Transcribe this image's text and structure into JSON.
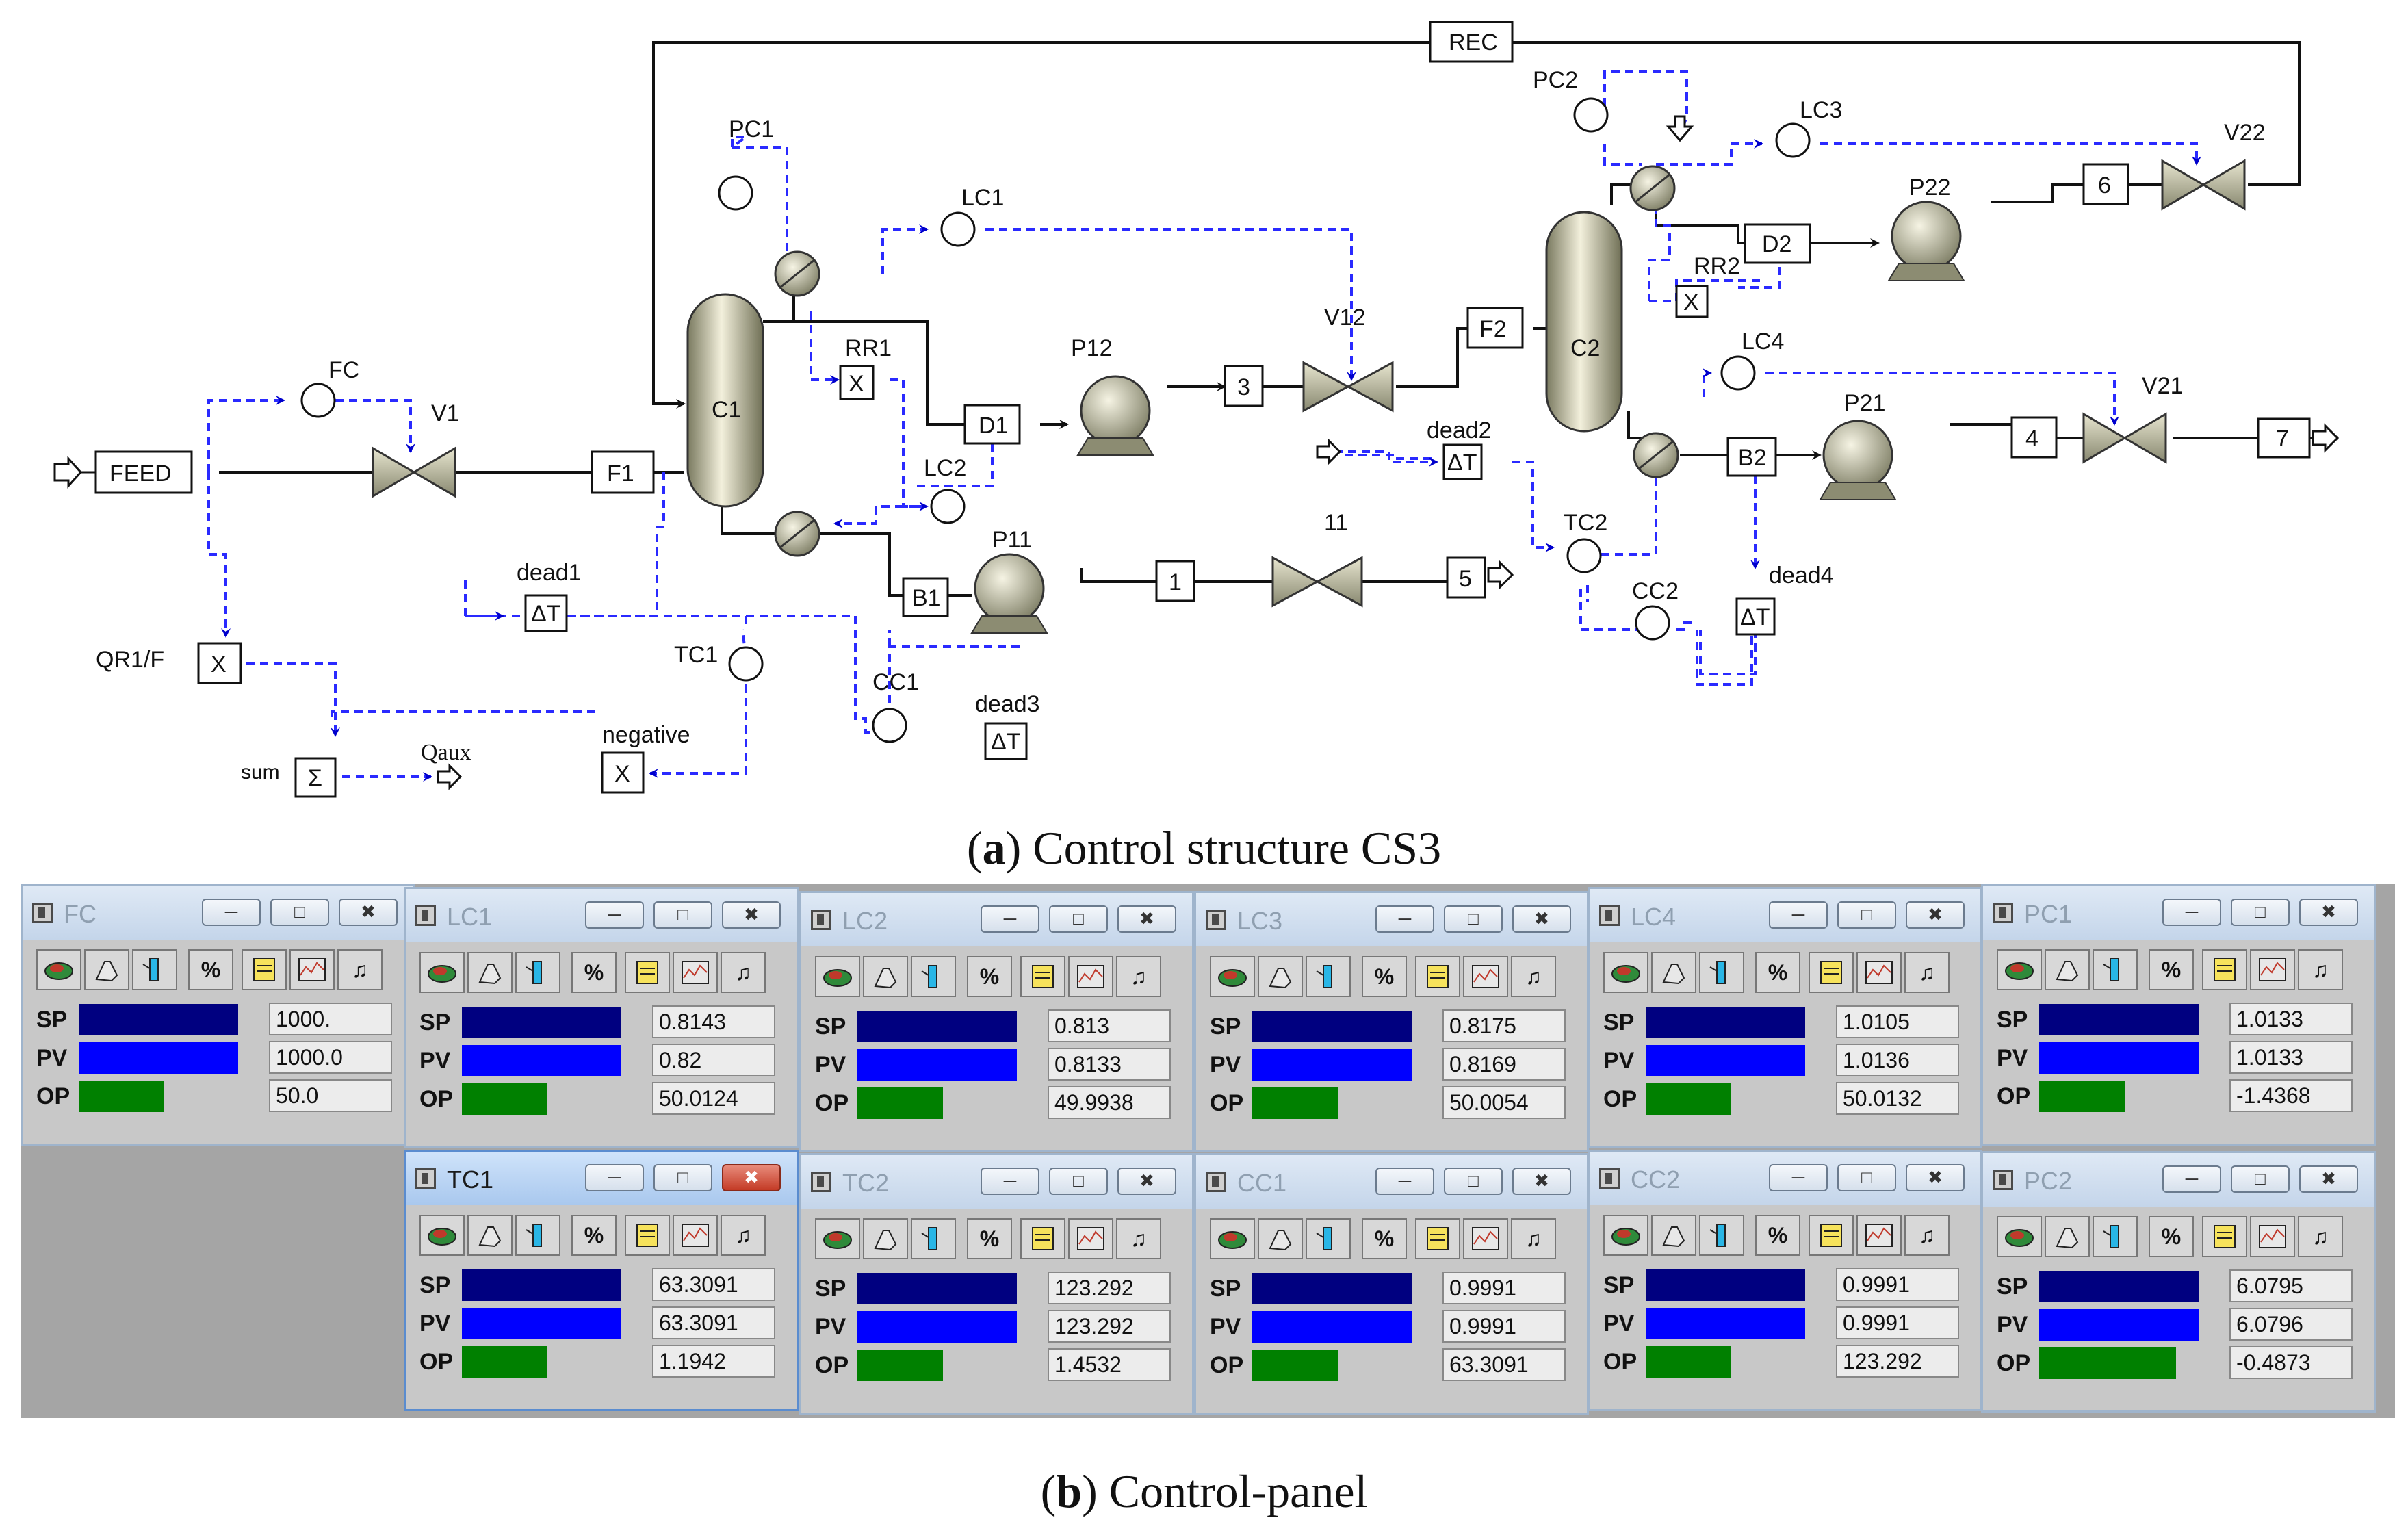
{
  "diagram": {
    "labels": {
      "rec": "REC",
      "pc1": "PC1",
      "pc2": "PC2",
      "lc1": "LC1",
      "lc2": "LC2",
      "lc3": "LC3",
      "lc4": "LC4",
      "fc": "FC",
      "v1": "V1",
      "feed": "FEED",
      "f1": "F1",
      "c1": "C1",
      "rr1": "RR1",
      "d1": "D1",
      "p12": "P12",
      "s3": "3",
      "v12": "V12",
      "f2": "F2",
      "c2": "C2",
      "rr2": "RR2",
      "d2": "D2",
      "p22": "P22",
      "s6": "6",
      "v22": "V22",
      "p21": "P21",
      "s4": "4",
      "v21": "V21",
      "s7": "7",
      "b1": "B1",
      "p11": "P11",
      "s1": "1",
      "v11": "11",
      "s5": "5",
      "b2": "B2",
      "tc2": "TC2",
      "cc2": "CC2",
      "dead1": "dead1",
      "dead2": "dead2",
      "dead3": "dead3",
      "dead4": "dead4",
      "cc1": "CC1",
      "tc1": "TC1",
      "qr1f": "QR1/F",
      "sum": "sum",
      "qaux": "Qaux",
      "negative": "negative",
      "x": "X",
      "sigma": "Σ",
      "dt": "ΔT"
    }
  },
  "captions": {
    "a_letter": "a",
    "a_text": " Control structure CS3",
    "b_letter": "b",
    "b_text": " Control-panel"
  },
  "colors": {
    "sp": "#000080",
    "pv": "#0000ff",
    "op": "#008000",
    "signal": "#2a2aff"
  },
  "panel": {
    "row_labels": {
      "sp": "SP",
      "pv": "PV",
      "op": "OP"
    },
    "percent": "%",
    "controllers": [
      {
        "name": "FC",
        "sp": "1000.",
        "pv": "1000.0",
        "op": "50.0",
        "op_fill": 0.5
      },
      {
        "name": "LC1",
        "sp": "0.8143",
        "pv": "0.82",
        "op": "50.0124",
        "op_fill": 0.5
      },
      {
        "name": "LC2",
        "sp": "0.813",
        "pv": "0.8133",
        "op": "49.9938",
        "op_fill": 0.5
      },
      {
        "name": "LC3",
        "sp": "0.8175",
        "pv": "0.8169",
        "op": "50.0054",
        "op_fill": 0.5
      },
      {
        "name": "LC4",
        "sp": "1.0105",
        "pv": "1.0136",
        "op": "50.0132",
        "op_fill": 0.5
      },
      {
        "name": "PC1",
        "sp": "1.0133",
        "pv": "1.0133",
        "op": "-1.4368",
        "op_fill": 0.5
      },
      {
        "name": "TC1",
        "sp": "63.3091",
        "pv": "63.3091",
        "op": "1.1942",
        "op_fill": 0.5,
        "active": true
      },
      {
        "name": "TC2",
        "sp": "123.292",
        "pv": "123.292",
        "op": "1.4532",
        "op_fill": 0.5
      },
      {
        "name": "CC1",
        "sp": "0.9991",
        "pv": "0.9991",
        "op": "63.3091",
        "op_fill": 0.5
      },
      {
        "name": "CC2",
        "sp": "0.9991",
        "pv": "0.9991",
        "op": "123.292",
        "op_fill": 0.5
      },
      {
        "name": "PC2",
        "sp": "6.0795",
        "pv": "6.0796",
        "op": "-0.4873",
        "op_fill": 0.8
      }
    ]
  }
}
